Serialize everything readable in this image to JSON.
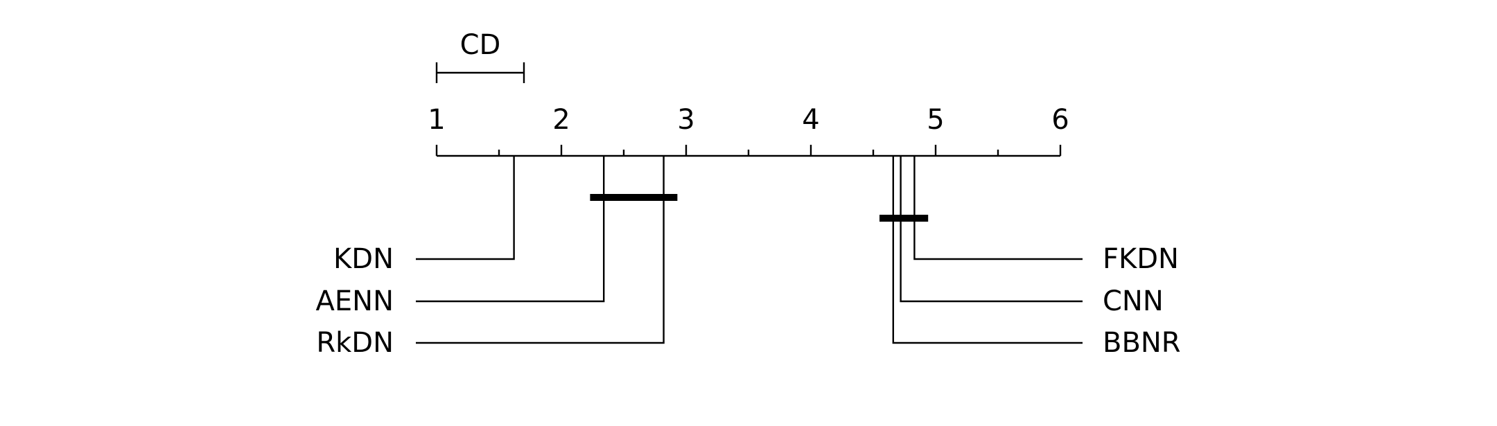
{
  "chart_data": {
    "type": "critical-difference-diagram",
    "axis": {
      "min": 1,
      "max": 6,
      "ticks": [
        "1",
        "2",
        "3",
        "4",
        "5",
        "6"
      ],
      "minor_tick_step": 0.5
    },
    "cd": {
      "label": "CD",
      "value": 0.7
    },
    "left_methods": [
      {
        "name": "KDN",
        "rank": 1.62
      },
      {
        "name": "AENN",
        "rank": 2.34
      },
      {
        "name": "RkDN",
        "rank": 2.82
      }
    ],
    "right_methods": [
      {
        "name": "FKDN",
        "rank": 4.83
      },
      {
        "name": "CNN",
        "rank": 4.72
      },
      {
        "name": "BBNR",
        "rank": 4.66
      }
    ],
    "cliques": [
      {
        "from": 2.23,
        "to": 2.93
      },
      {
        "from": 4.55,
        "to": 4.94
      }
    ],
    "colors": {
      "line": "#000000",
      "background": "#ffffff"
    }
  }
}
